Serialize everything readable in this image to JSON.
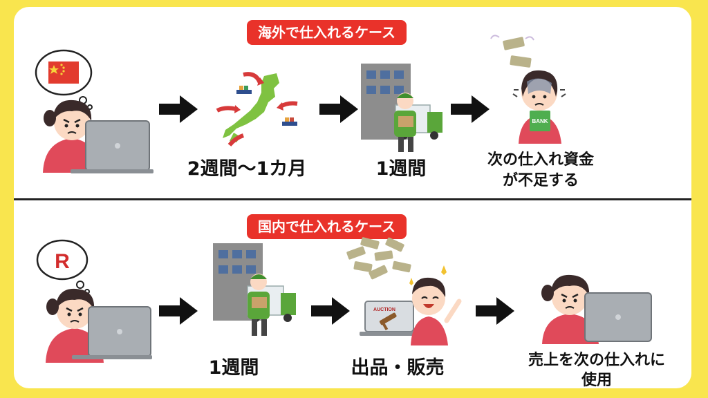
{
  "colors": {
    "background": "#f9e54e",
    "card": "#ffffff",
    "title_bg": "#e9322a",
    "title_text": "#ffffff",
    "arrow": "#111111",
    "japan_map": "#7fc241",
    "truck": "#5aa63a",
    "building": "#8d8d8d",
    "sweater": "#e04a5a",
    "hair": "#3a2a2a"
  },
  "overseas": {
    "title": "海外で仕入れるケース",
    "step1_label": "2週間〜1カ月",
    "step2_label": "1週間",
    "step3_label_line1": "次の仕入れ資金",
    "step3_label_line2": "が不足する",
    "flag_icon": "china-flag-icon",
    "bank_text": "BANK"
  },
  "domestic": {
    "title": "国内で仕入れるケース",
    "step1_label": "1週間",
    "step2_label": "出品・販売",
    "step3_label_line1": "売上を次の仕入れに",
    "step3_label_line2": "使用",
    "logo_text": "R",
    "auction_text": "AUCTION"
  }
}
